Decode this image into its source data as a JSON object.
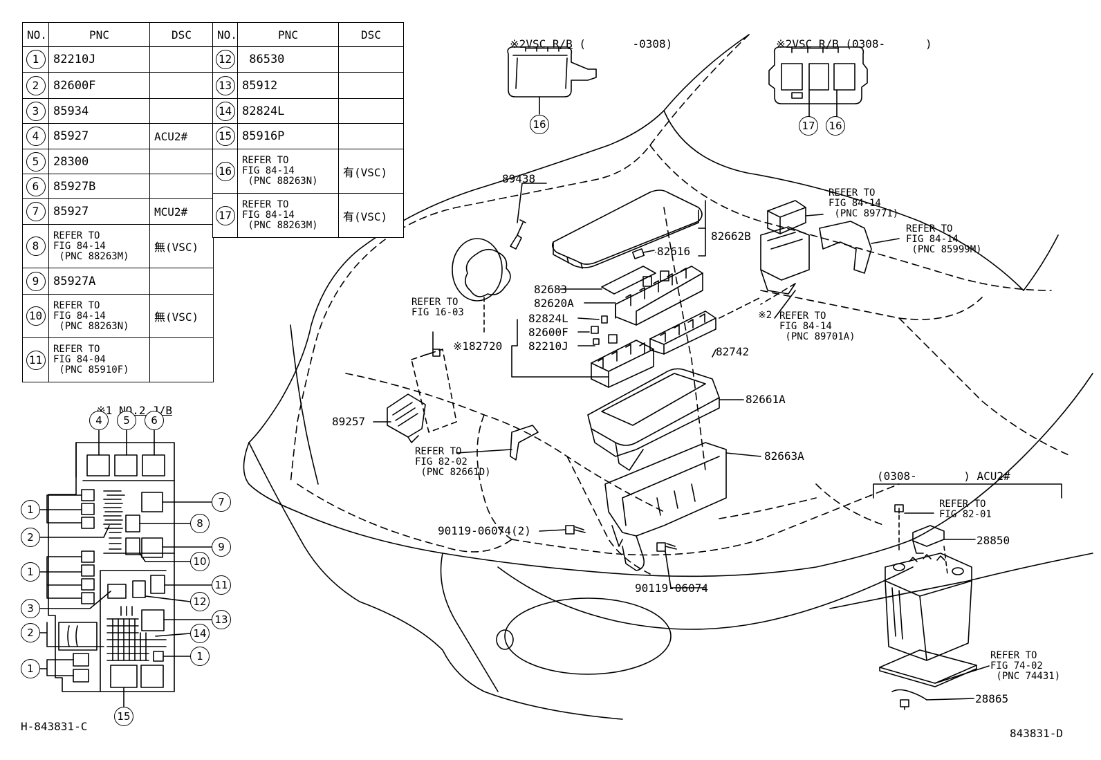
{
  "table_left": {
    "headers": [
      "NO.",
      "PNC",
      "DSC"
    ],
    "rows": [
      {
        "no": "1",
        "pnc": "82210J",
        "dsc": ""
      },
      {
        "no": "2",
        "pnc": "82600F",
        "dsc": ""
      },
      {
        "no": "3",
        "pnc": "85934",
        "dsc": ""
      },
      {
        "no": "4",
        "pnc": "85927",
        "dsc": "ACU2#"
      },
      {
        "no": "5",
        "pnc": "28300",
        "dsc": ""
      },
      {
        "no": "6",
        "pnc": "85927B",
        "dsc": ""
      },
      {
        "no": "7",
        "pnc": "85927",
        "dsc": "MCU2#"
      },
      {
        "no": "8",
        "pnc": "REFER TO\nFIG 84-14\n (PNC 88263M)",
        "dsc": "無(VSC)"
      },
      {
        "no": "9",
        "pnc": "85927A",
        "dsc": ""
      },
      {
        "no": "10",
        "pnc": "REFER TO\nFIG 84-14\n (PNC 88263N)",
        "dsc": "無(VSC)"
      },
      {
        "no": "11",
        "pnc": "REFER TO\nFIG 84-04\n (PNC 85910F)",
        "dsc": ""
      }
    ]
  },
  "table_right": {
    "headers": [
      "NO.",
      "PNC",
      "DSC"
    ],
    "rows": [
      {
        "no": "12",
        "pnc": " 86530",
        "dsc": ""
      },
      {
        "no": "13",
        "pnc": "85912",
        "dsc": ""
      },
      {
        "no": "14",
        "pnc": "82824L",
        "dsc": ""
      },
      {
        "no": "15",
        "pnc": "85916P",
        "dsc": ""
      },
      {
        "no": "16",
        "pnc": "REFER TO\nFIG 84-14\n (PNC 88263N)",
        "dsc": "有(VSC)"
      },
      {
        "no": "17",
        "pnc": "REFER TO\nFIG 84-14\n (PNC 88263M)",
        "dsc": "有(VSC)"
      }
    ]
  },
  "jb_title": {
    "mark": "※1",
    "name": "NO.2 J/B"
  },
  "vsc_rb_left": {
    "mark": "※2",
    "name": "VSC R/B",
    "range": "(       -0308)"
  },
  "vsc_rb_right": {
    "mark": "※2",
    "name": "VSC R/B",
    "range": "(0308-      )"
  },
  "acu_title": "(0308-       ) ACU2#",
  "labels": {
    "l89438": "89438",
    "l82662B": "82662B",
    "l82616": "82616",
    "l82683": "82683",
    "l82620A": "82620A",
    "l82824L": "82824L",
    "l82600F": "82600F",
    "l82210J": "82210J",
    "l182720": "※182720",
    "l82742": "82742",
    "l82661A": "82661A",
    "l82663A": "82663A",
    "l89257": "89257",
    "l90119a": "90119-06074(2)",
    "l90119b": "90119-06074",
    "l28850": "28850",
    "l28865": "28865",
    "ref1603": "REFER TO\nFIG 16-03",
    "ref8202": "REFER TO\nFIG 82-02\n (PNC 82661D)",
    "ref89771": "REFER TO\nFIG 84-14\n (PNC 89771)",
    "ref85999": "REFER TO\nFIG 84-14\n (PNC 85999M)",
    "ref89701": "REFER TO\nFIG 84-14\n (PNC 89701A)",
    "ref89701mark": "※2",
    "ref8201": "REFER TO\nFIG 82-01",
    "ref7402": "REFER TO\nFIG 74-02\n (PNC 74431)",
    "code_left": "H-843831-C",
    "code_right": "843831-D"
  },
  "callouts": {
    "vsc_left": [
      "16"
    ],
    "vsc_right": [
      "17",
      "16"
    ],
    "jb_top": [
      "4",
      "5",
      "6"
    ],
    "jb_left": [
      "1",
      "2",
      "1",
      "3",
      "2",
      "1"
    ],
    "jb_right": [
      "7",
      "8",
      "9",
      "10",
      "11",
      "12",
      "13",
      "14",
      "1"
    ],
    "jb_bottom": [
      "15"
    ]
  }
}
